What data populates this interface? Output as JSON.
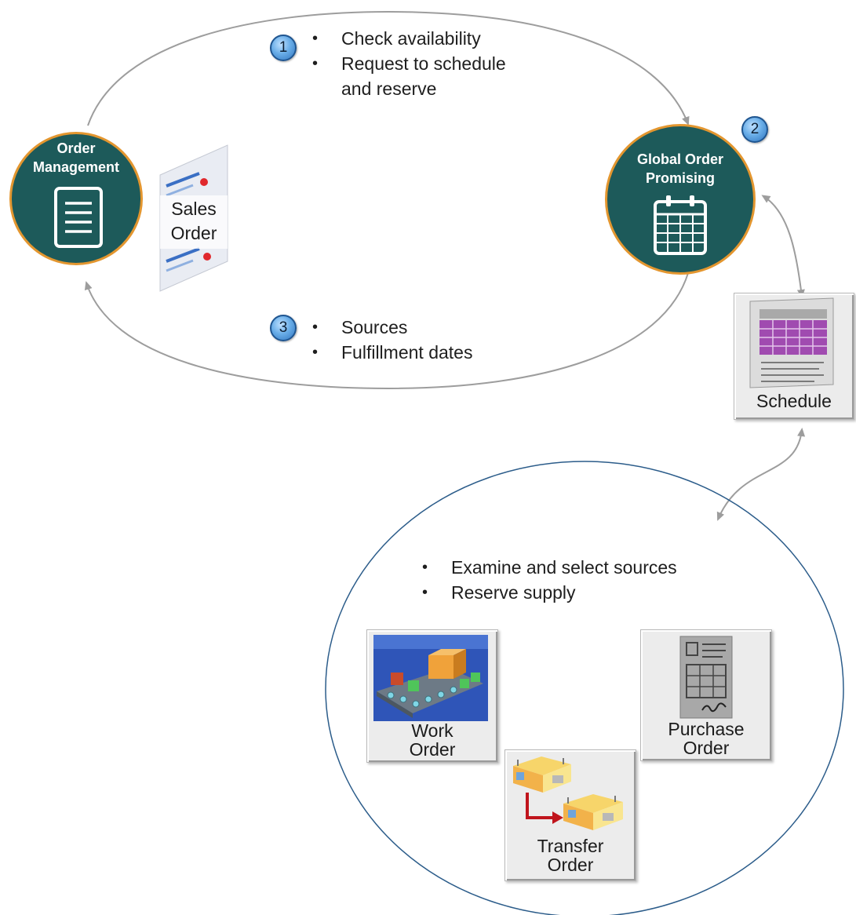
{
  "nodes": {
    "order_management": {
      "title_line1": "Order",
      "title_line2": "Management"
    },
    "global_order_promising": {
      "title_line1": "Global Order",
      "title_line2": "Promising"
    }
  },
  "sales_order": {
    "line1": "Sales",
    "line2": "Order"
  },
  "steps": [
    {
      "number": "1",
      "bullets": [
        "Check availability",
        "Request to schedule"
      ],
      "continuation": "and reserve"
    },
    {
      "number": "2"
    },
    {
      "number": "3",
      "bullets": [
        "Sources",
        "Fulfillment dates"
      ]
    }
  ],
  "schedule": {
    "label": "Schedule"
  },
  "supply": {
    "bullets": [
      "Examine and select sources",
      "Reserve supply"
    ],
    "work_order": {
      "line1": "Work",
      "line2": "Order"
    },
    "purchase_order": {
      "line1": "Purchase",
      "line2": "Order"
    },
    "transfer_order": {
      "line1": "Transfer",
      "line2": "Order"
    }
  },
  "colors": {
    "node_fill": "#1d5a5a",
    "node_ring": "#e3962f",
    "arrow": "#9d9d9d",
    "supply_circle": "#2b5c8a",
    "transfer_arrow": "#c0141c"
  }
}
